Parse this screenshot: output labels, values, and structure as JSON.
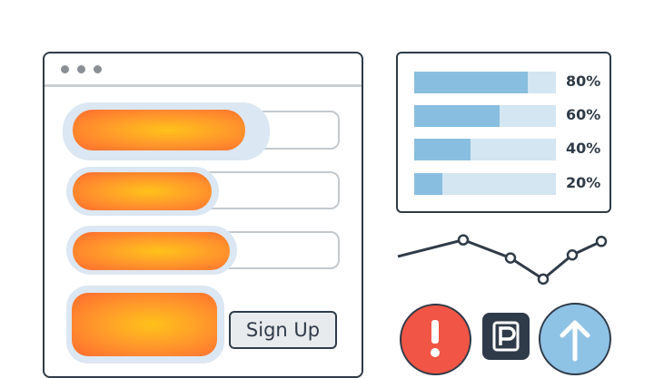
{
  "form": {
    "submit_label": "Sign Up",
    "fields": [
      {
        "name": "field-1",
        "fill_fraction": 0.65
      },
      {
        "name": "field-2",
        "fill_fraction": 0.55
      },
      {
        "name": "field-3",
        "fill_fraction": 0.6
      }
    ]
  },
  "stats": {
    "rows": [
      {
        "label": "80%",
        "value": 80
      },
      {
        "label": "60%",
        "value": 60
      },
      {
        "label": "40%",
        "value": 40
      },
      {
        "label": "20%",
        "value": 20
      }
    ]
  },
  "trend": {
    "values": [
      0,
      22,
      -2,
      -30,
      2,
      20
    ]
  },
  "icons": [
    {
      "name": "alert-icon",
      "color": "#f05545"
    },
    {
      "name": "parking-icon",
      "color": "#2f3b48"
    },
    {
      "name": "upload-arrow-icon",
      "color": "#8fc3e6"
    }
  ],
  "colors": {
    "accent_orange": "#ff6a30",
    "accent_yellow": "#ffc21a",
    "bar_blue": "#88bedf",
    "outline": "#2f3b48"
  }
}
